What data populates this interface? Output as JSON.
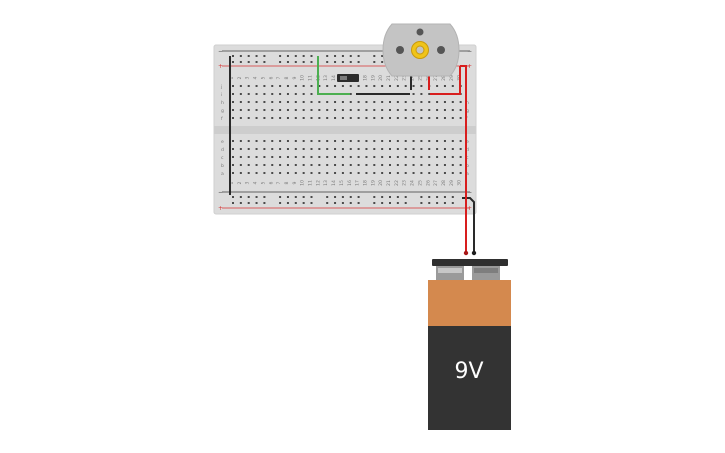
{
  "breadboard": {
    "rail_minus": "−",
    "rail_plus": "+",
    "row_letters_top": [
      "j",
      "i",
      "h",
      "g",
      "f"
    ],
    "row_letters_bottom": [
      "e",
      "d",
      "c",
      "b",
      "a"
    ],
    "column_count": 30
  },
  "battery": {
    "label": "9V"
  },
  "colors": {
    "board": "#dcdcdc",
    "rail_red": "#d63232",
    "rail_dark": "#3a3a3a",
    "wire_red": "#d81e1e",
    "wire_black": "#2a2a2a",
    "wire_green": "#4caf50",
    "battery_top": "#d4894e",
    "battery_body": "#333333",
    "motor_body": "#c4c4c4",
    "motor_gear": "#f0c419"
  }
}
